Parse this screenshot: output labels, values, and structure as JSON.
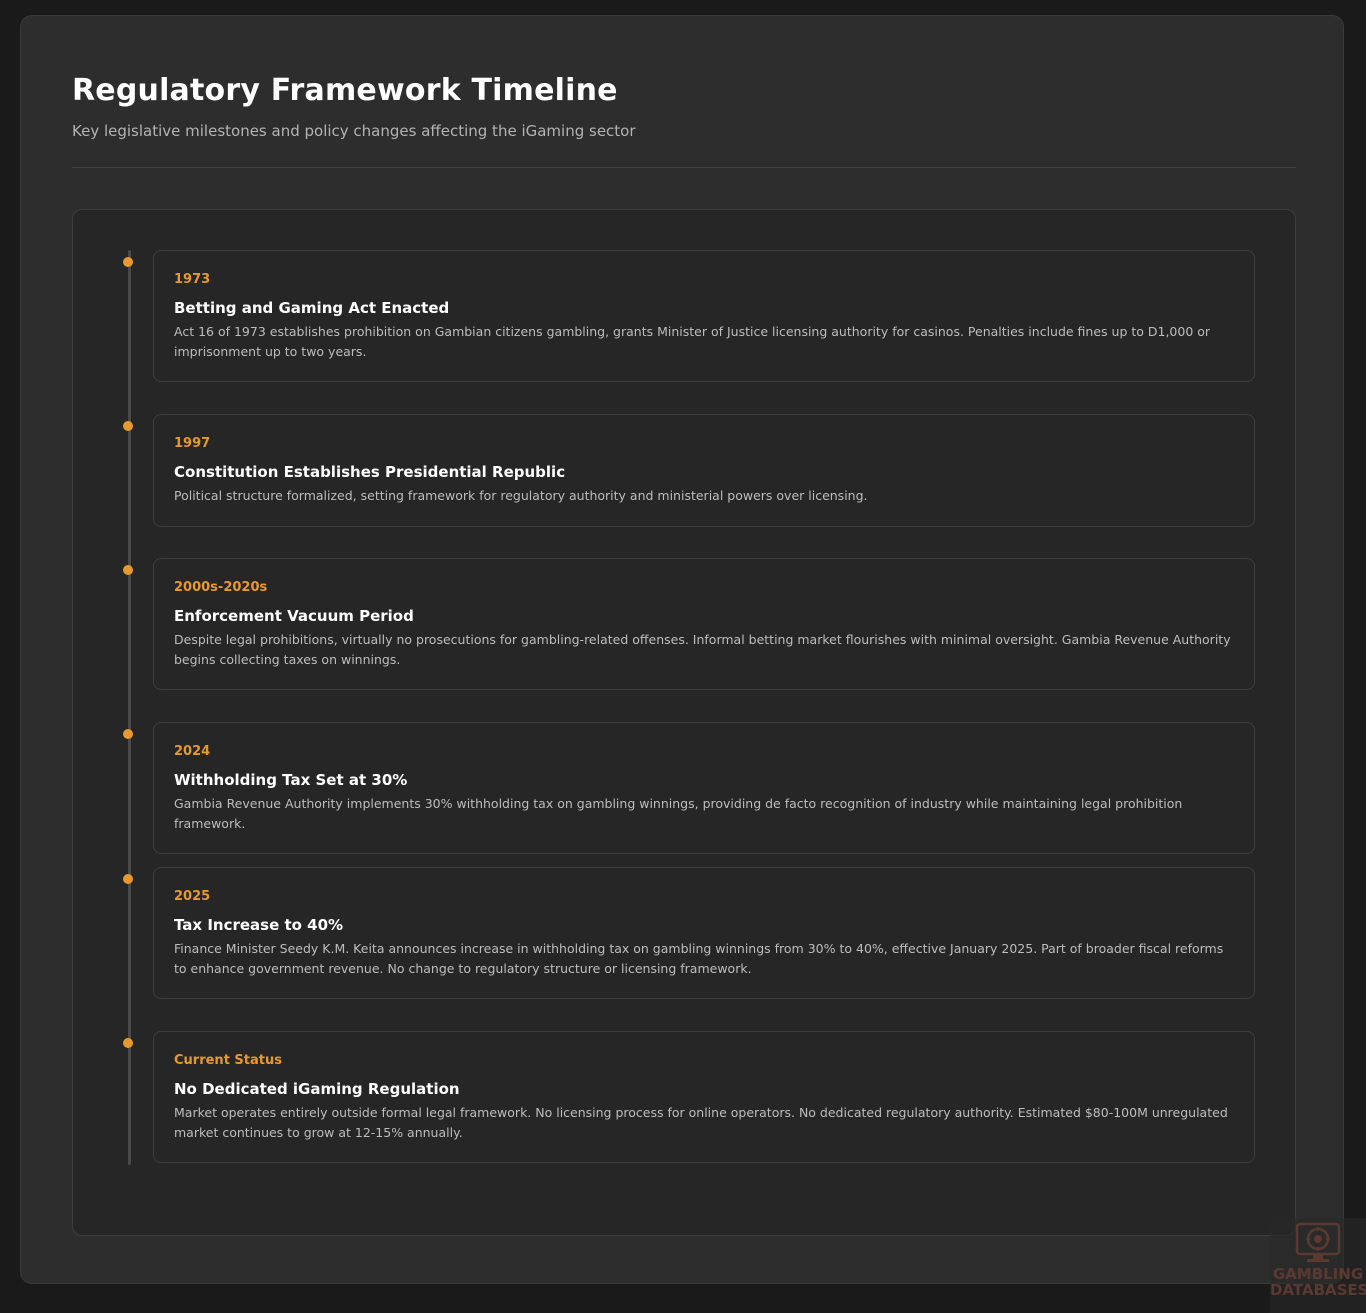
{
  "header": {
    "title": "Regulatory Framework Timeline",
    "subtitle": "Key legislative milestones and policy changes affecting the iGaming sector"
  },
  "timeline": [
    {
      "date": "1973",
      "title": "Betting and Gaming Act Enacted",
      "description": "Act 16 of 1973 establishes prohibition on Gambian citizens gambling, grants Minister of Justice licensing authority for casinos. Penalties include fines up to D1,000 or imprisonment up to two years."
    },
    {
      "date": "1997",
      "title": "Constitution Establishes Presidential Republic",
      "description": "Political structure formalized, setting framework for regulatory authority and ministerial powers over licensing."
    },
    {
      "date": "2000s-2020s",
      "title": "Enforcement Vacuum Period",
      "description": "Despite legal prohibitions, virtually no prosecutions for gambling-related offenses. Informal betting market flourishes with minimal oversight. Gambia Revenue Authority begins collecting taxes on winnings."
    },
    {
      "date": "2024",
      "title": "Withholding Tax Set at 30%",
      "description": "Gambia Revenue Authority implements 30% withholding tax on gambling winnings, providing de facto recognition of industry while maintaining legal prohibition framework."
    },
    {
      "date": "2025",
      "title": "Tax Increase to 40%",
      "description": "Finance Minister Seedy K.M. Keita announces increase in withholding tax on gambling winnings from 30% to 40%, effective January 2025. Part of broader fiscal reforms to enhance government revenue. No change to regulatory structure or licensing framework."
    },
    {
      "date": "Current Status",
      "title": "No Dedicated iGaming Regulation",
      "description": "Market operates entirely outside formal legal framework. No licensing process for online operators. No dedicated regulatory authority. Estimated $80-100M unregulated market continues to grow at 12-15% annually."
    }
  ],
  "watermark": {
    "line1": "GAMBLING",
    "line2": "DATABASES",
    "icon": "casino-chip-monitor-icon"
  },
  "colors": {
    "accent": "#e8992e",
    "background": "#1a1a1a",
    "card": "#2d2d2d"
  }
}
